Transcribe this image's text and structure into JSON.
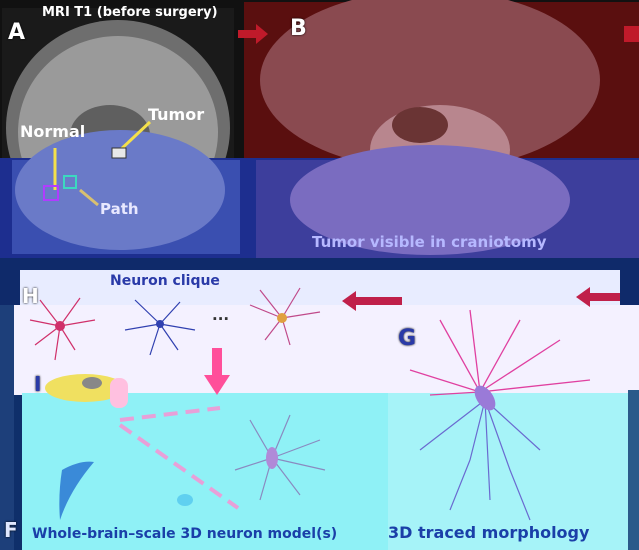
{
  "panels": {
    "a": {
      "letter": "A",
      "title": "MRI T1 (before surgery)",
      "tumor": "Tumor",
      "normal": "Normal",
      "path": "Path"
    },
    "b": {
      "letter": "B",
      "caption": "Tumor visible in craniotomy"
    },
    "h": {
      "letter": "H",
      "title": "Neuron clique",
      "ellipsis": "..."
    },
    "g": {
      "letter": "G"
    },
    "i": {
      "letter": "I"
    },
    "f": {
      "letter": "F"
    }
  },
  "captions": {
    "model": "Whole-brain–scale 3D neuron model(s)",
    "morphology": "3D traced morphology"
  },
  "colors": {
    "arrow_red": "#c01a2a",
    "arrow_pink": "#ff4f9a",
    "cyan_panel": "#8ff1f6",
    "blue_overlay": "#2a3fa0",
    "caption_blue": "#1a3fa8"
  }
}
